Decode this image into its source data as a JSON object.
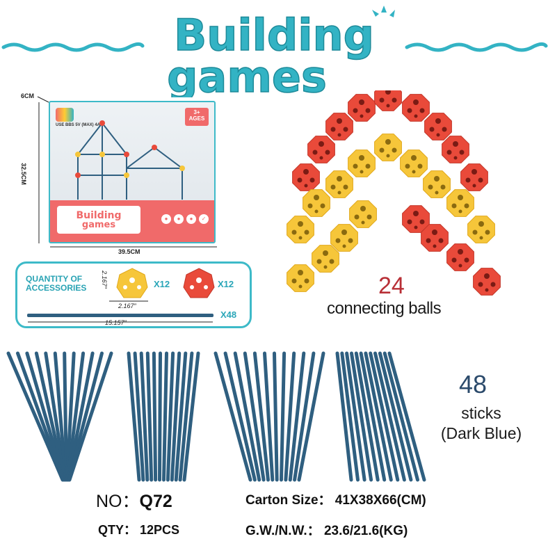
{
  "header": {
    "title_line1": "Building",
    "title_line2": "games",
    "accent_color": "#33b3c4"
  },
  "box": {
    "depth_label": "6CM",
    "height_label": "32.5CM",
    "width_label": "39.5CM",
    "age_label": "3+\nAGES",
    "banner_line1": "Building",
    "banner_line2": "games",
    "small_text": "USE BBS 5V (MAX) 4A"
  },
  "accessories": {
    "title_line1": "QUANTITY OF",
    "title_line2": "ACCESSORIES",
    "yellow_ball_qty": "X12",
    "red_ball_qty": "X12",
    "ball_width": "2.167″",
    "ball_height": "2.167″",
    "stick_qty": "X48",
    "stick_length": "15.157″"
  },
  "balls": {
    "count": "24",
    "label": "connecting balls",
    "red_color": "#e94a3a",
    "yellow_color": "#f6c63a"
  },
  "sticks": {
    "count": "48",
    "label_line1": "sticks",
    "label_line2": "(Dark Blue)",
    "stick_color": "#2f5f80"
  },
  "footer": {
    "no_label": "NO：",
    "no_value": "Q72",
    "qty": "QTY： 12PCS",
    "carton": "Carton  Size： 41X38X66(CM)",
    "weight": "G.W./N.W.： 23.6/21.6(KG)"
  }
}
